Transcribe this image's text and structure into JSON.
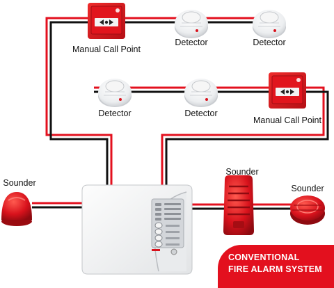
{
  "labels": {
    "mcp_top": "Manual Call Point",
    "detector_top_1": "Detector",
    "detector_top_2": "Detector",
    "detector_mid_1": "Detector",
    "detector_mid_2": "Detector",
    "mcp_mid": "Manual Call Point",
    "sounder_left": "Sounder",
    "sounder_center": "Sounder",
    "sounder_right": "Sounder"
  },
  "banner": {
    "line1": "CONVENTIONAL",
    "line2": "FIRE ALARM SYSTEM"
  },
  "colors": {
    "wire_red": "#e3101e",
    "wire_black": "#111111",
    "device_red": "#d8121c",
    "banner": "#e3101e"
  },
  "icons": [
    "manual-call-point-icon",
    "smoke-detector-icon",
    "sounder-icon",
    "control-panel-icon"
  ]
}
